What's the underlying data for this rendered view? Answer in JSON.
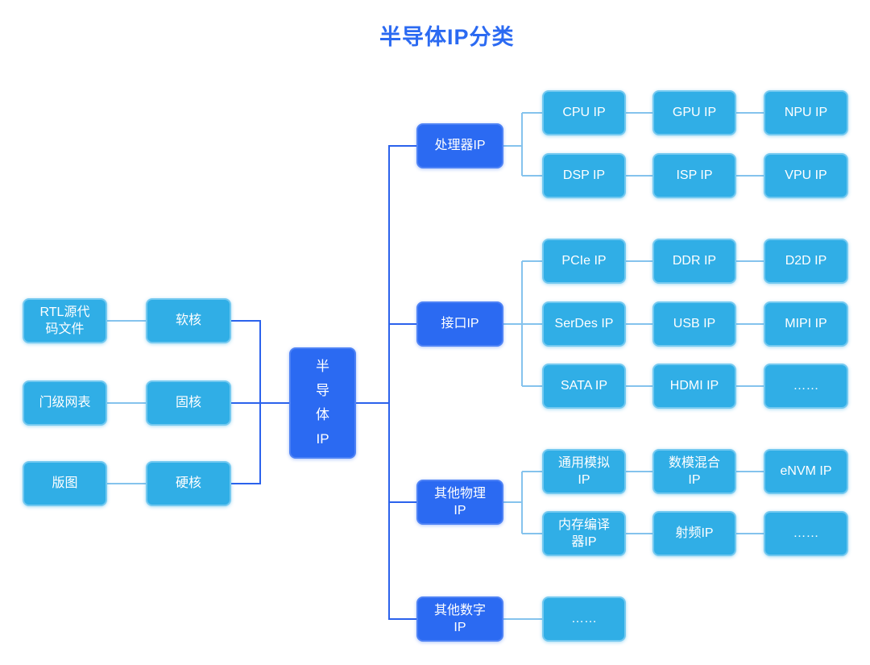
{
  "title": "半导体IP分类",
  "root": {
    "label": "半\n导\n体\nIP"
  },
  "left": {
    "rows": [
      {
        "source": "RTL源代\n码文件",
        "core": "软核"
      },
      {
        "source": "门级网表",
        "core": "固核"
      },
      {
        "source": "版图",
        "core": "硬核"
      }
    ]
  },
  "right": {
    "branches": [
      {
        "label": "处理器IP",
        "rows": [
          [
            "CPU IP",
            "GPU IP",
            "NPU IP"
          ],
          [
            "DSP IP",
            "ISP IP",
            "VPU IP"
          ]
        ]
      },
      {
        "label": "接口IP",
        "rows": [
          [
            "PCIe IP",
            "DDR IP",
            "D2D IP"
          ],
          [
            "SerDes IP",
            "USB IP",
            "MIPI IP"
          ],
          [
            "SATA IP",
            "HDMI IP",
            "……"
          ]
        ]
      },
      {
        "label": "其他物理\nIP",
        "rows": [
          [
            "通用模拟\nIP",
            "数模混合\nIP",
            "eNVM IP"
          ],
          [
            "内存编译\n器IP",
            "射频IP",
            "……"
          ]
        ]
      },
      {
        "label": "其他数字\nIP",
        "rows": [
          [
            "……"
          ]
        ]
      }
    ]
  },
  "colors": {
    "primary_blue": "#2b6af2",
    "node_blue": "#30aee6",
    "node_border": "#74c9f0",
    "connector_light": "#85c3ed",
    "connector_dark": "#2b62ec",
    "background": "#ffffff"
  }
}
